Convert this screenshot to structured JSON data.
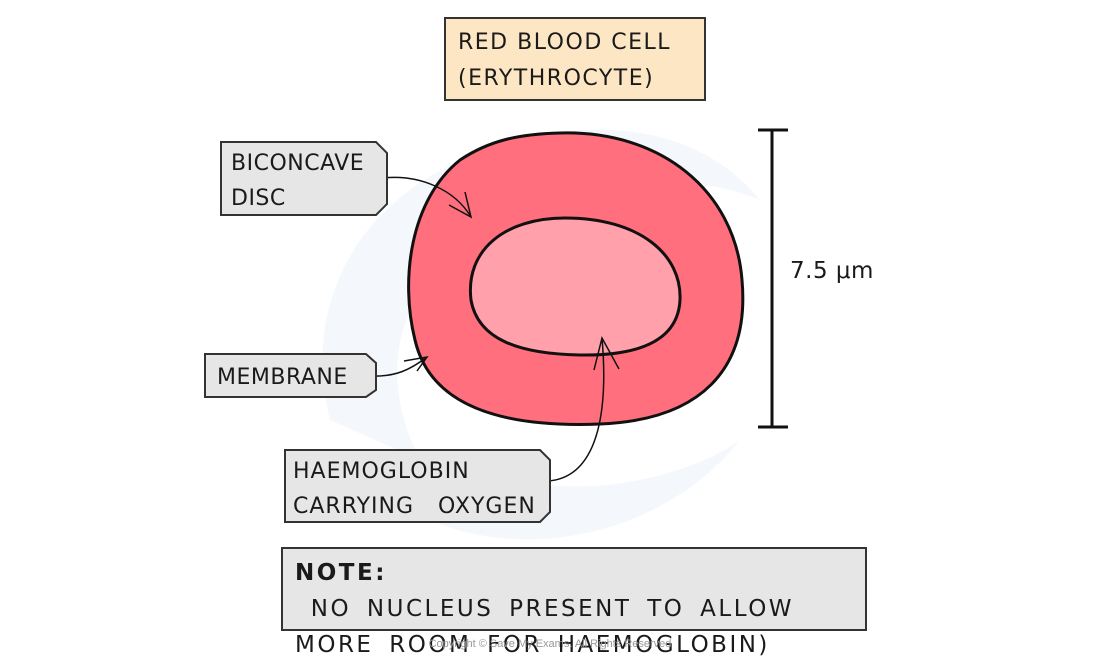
{
  "title": {
    "line1": "RED BLOOD CELL",
    "line2": "(ERYTHROCYTE)"
  },
  "labels": {
    "biconcave": {
      "line1": "BICONCAVE",
      "line2": "DISC"
    },
    "membrane": {
      "line1": "MEMBRANE"
    },
    "haemoglobin": {
      "line1": "HAEMOGLOBIN",
      "line2": "CARRYING  OXYGEN"
    }
  },
  "scale_bar": {
    "label": "7.5 μm"
  },
  "note": {
    "prefix": "NOTE:",
    "text_line1": " NO NUCLEUS PRESENT TO ALLOW",
    "text_line2": "MORE ROOM FOR HAEMOGLOBIN)"
  },
  "colors": {
    "title_bg": "#fde6c4",
    "label_bg": "#e6e6e6",
    "cell_outer": "#ff6f7d",
    "cell_inner": "#ffa0ab"
  },
  "copyright": "Copyright © Save My Exams. All Rights Reserved"
}
